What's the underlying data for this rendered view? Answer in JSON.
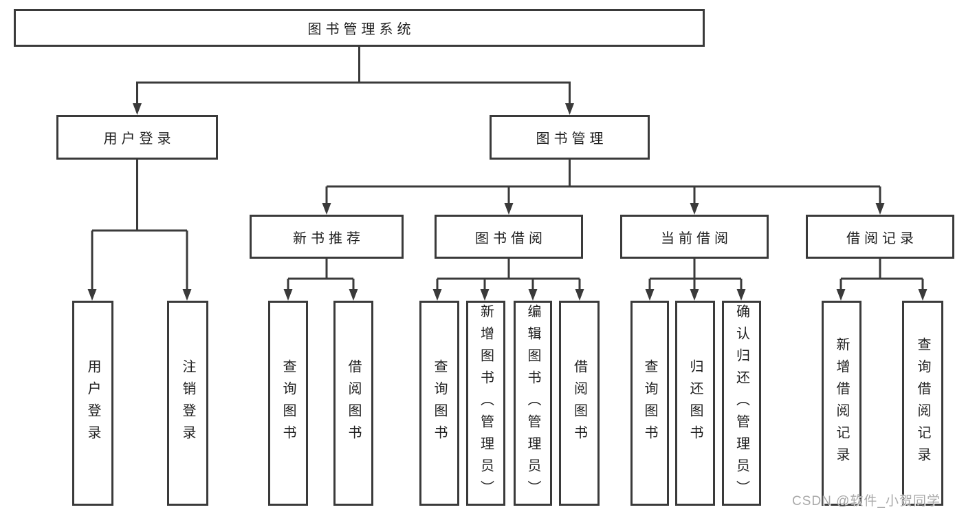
{
  "diagram": {
    "root": {
      "label": "图书管理系统"
    },
    "level1": [
      {
        "label": "用户登录"
      },
      {
        "label": "图书管理"
      }
    ],
    "level2": [
      {
        "label": "新书推荐"
      },
      {
        "label": "图书借阅"
      },
      {
        "label": "当前借阅"
      },
      {
        "label": "借阅记录"
      }
    ],
    "leaves": {
      "user_login": [
        "用户登录",
        "注销登录"
      ],
      "new_book_recommend": [
        "查询图书",
        "借阅图书"
      ],
      "book_borrow": [
        "查询图书",
        "新增图书（管理员）",
        "编辑图书（管理员）",
        "借阅图书"
      ],
      "current_borrow": [
        "查询图书",
        "归还图书",
        "确认归还（管理员）"
      ],
      "borrow_records": [
        "新增借阅记录",
        "查询借阅记录"
      ]
    }
  },
  "watermark": {
    "text": "CSDN @软件_小贺同学",
    "color": "#a9a9a9"
  },
  "colors": {
    "line": "#3a3a3a",
    "box_border": "#3a3a3a",
    "box_fill": "#ffffff",
    "text": "#1f1f1f",
    "background": "#ffffff"
  }
}
